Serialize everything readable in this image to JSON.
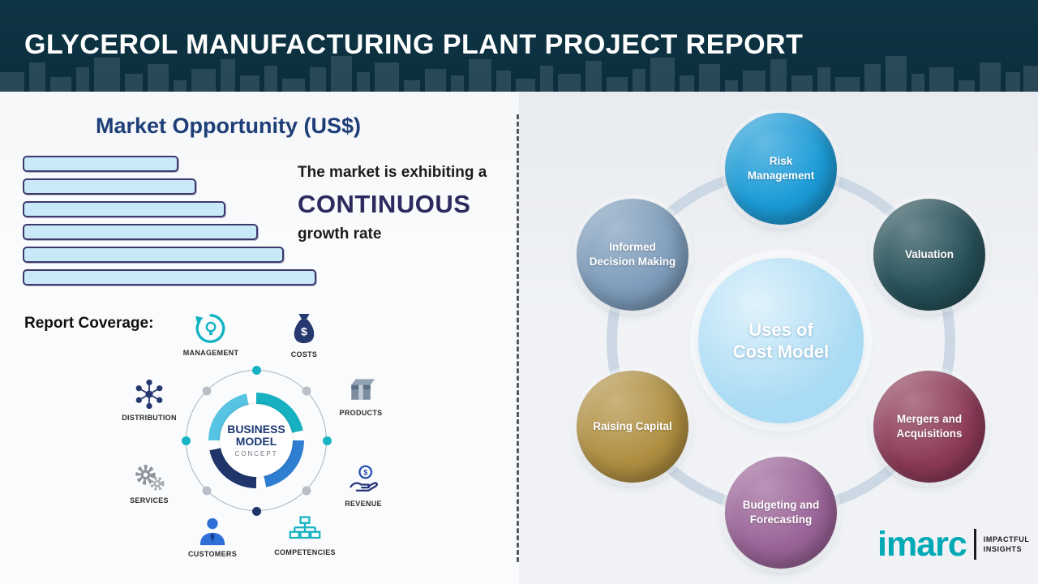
{
  "header": {
    "title": "GLYCEROL MANUFACTURING PLANT PROJECT REPORT"
  },
  "market": {
    "title": "Market Opportunity (US$)",
    "statement_line1": "The market is exhibiting a",
    "statement_highlight": "CONTINUOUS",
    "statement_line2": "growth rate"
  },
  "chart_data": {
    "type": "bar",
    "orientation": "horizontal",
    "title": "Market Opportunity (US$)",
    "values": [
      53,
      59,
      69,
      80,
      89,
      100
    ],
    "value_unit": "relative bar length percent (axes unlabeled)",
    "categories": [
      "",
      "",
      "",
      "",
      "",
      ""
    ],
    "bar_fill": "#c9e9f8",
    "bar_border": "#3c3a6d",
    "grid": false,
    "legend": false
  },
  "report_coverage": {
    "label": "Report Coverage:",
    "business_model": {
      "center_line1": "BUSINESS",
      "center_line2": "MODEL",
      "center_line3": "CONCEPT",
      "ring_colors": [
        "#17b1c1",
        "#2f7ed2",
        "#20366b",
        "#57c4e4"
      ],
      "items": [
        {
          "label": "MANAGEMENT",
          "icon": "management-cycle-icon"
        },
        {
          "label": "COSTS",
          "icon": "money-bag-icon"
        },
        {
          "label": "DISTRIBUTION",
          "icon": "network-icon"
        },
        {
          "label": "PRODUCTS",
          "icon": "box-icon"
        },
        {
          "label": "SERVICES",
          "icon": "gears-icon"
        },
        {
          "label": "REVENUE",
          "icon": "hand-coin-icon"
        },
        {
          "label": "CUSTOMERS",
          "icon": "person-icon"
        },
        {
          "label": "COMPETENCIES",
          "icon": "sitemap-icon"
        }
      ]
    }
  },
  "cost_model": {
    "center_line1": "Uses of",
    "center_line2": "Cost Model",
    "center_color": "#a9dbf4",
    "ring_color": "#ccd8e3",
    "nodes": [
      {
        "label": "Risk Management",
        "color": "#1b9bd7"
      },
      {
        "label": "Valuation",
        "color": "#265058"
      },
      {
        "label": "Mergers and Acquisitions",
        "color": "#8d3a58"
      },
      {
        "label": "Budgeting and Forecasting",
        "color": "#9a6397"
      },
      {
        "label": "Raising Capital",
        "color": "#b08f41"
      },
      {
        "label": "Informed Decision Making",
        "color": "#7d9cbb"
      }
    ]
  },
  "logo": {
    "brand": "imarc",
    "tagline_line1": "IMPACTFUL",
    "tagline_line2": "INSIGHTS"
  }
}
